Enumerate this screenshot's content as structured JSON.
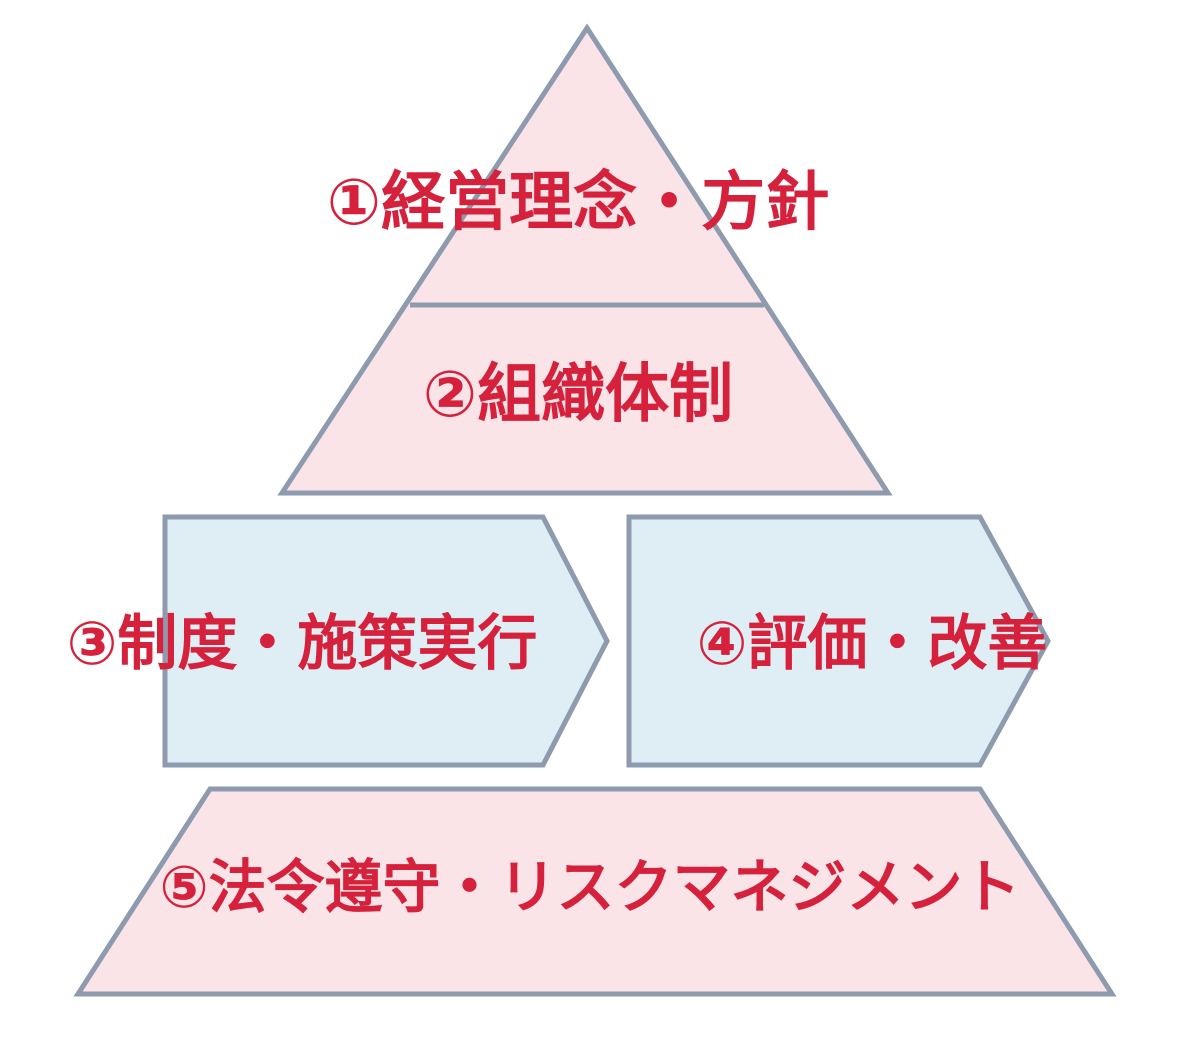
{
  "diagram": {
    "colors": {
      "label": "#d6213c",
      "pink_fill": "#fbe4e8",
      "blue_fill": "#deeef4",
      "outline": "#8e9aad"
    },
    "levels": {
      "philosophy": "①経営理念・方針",
      "organization": "②組織体制",
      "execution": "③制度・施策実行",
      "evaluation": "④評価・改善",
      "compliance": "⑤法令遵守・リスクマネジメント"
    }
  }
}
